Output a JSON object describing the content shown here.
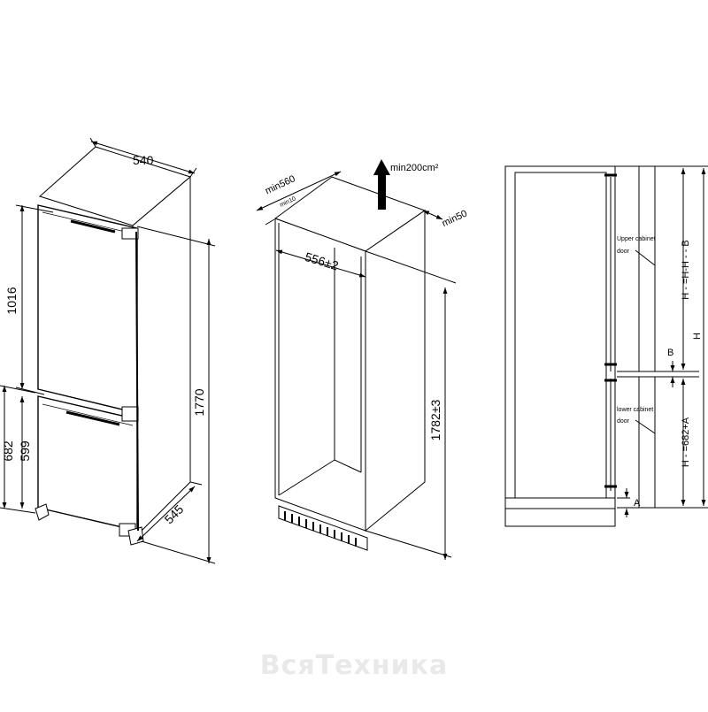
{
  "fridge": {
    "width": "540",
    "door_upper": "1016",
    "height": "1770",
    "lower_outer": "682",
    "door_lower": "599",
    "depth": "545"
  },
  "niche": {
    "min_depth": "min560",
    "min_gap": "min10",
    "vent_area": "min200cm²",
    "min_rear": "min50",
    "inner_width": "556±2",
    "height": "1782±3"
  },
  "side": {
    "upper_door_label_1": "Upper cabinet",
    "upper_door_label_2": "door",
    "lower_door_label_1": "lower cabinet",
    "lower_door_label_2": "door",
    "upper_formula": "H - =H-H - - B",
    "lower_formula": "H - =682+A",
    "total": "H",
    "gap": "B",
    "offset": "A"
  },
  "watermark": "ВсяТехника"
}
